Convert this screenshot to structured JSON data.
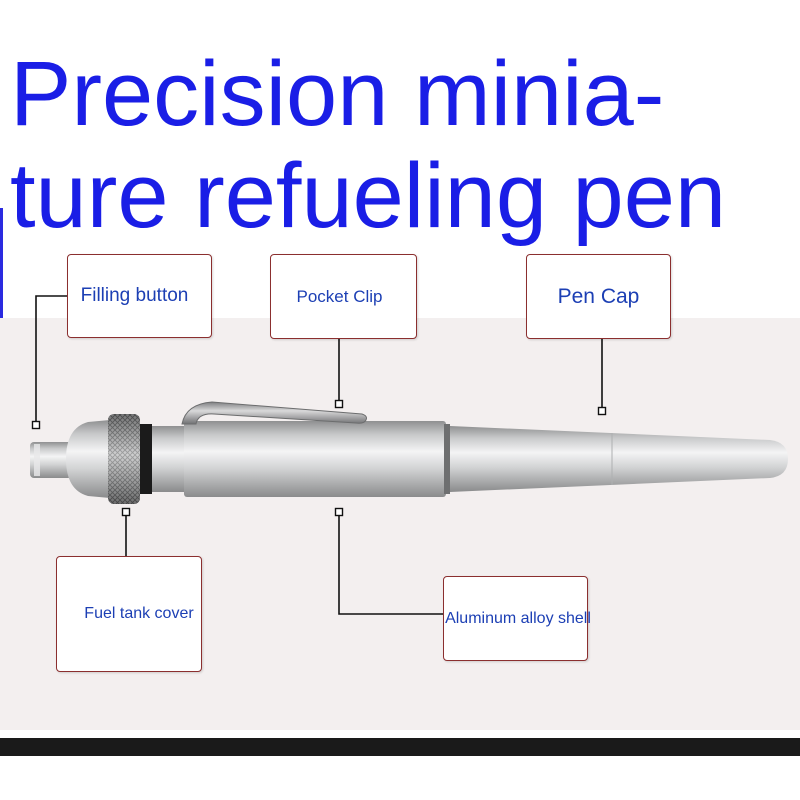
{
  "title": {
    "line1": "Precision minia-",
    "line2": "ture refueling pen"
  },
  "callouts": {
    "filling_button": "Filling button",
    "pocket_clip": "Pocket Clip",
    "pen_cap": "Pen Cap",
    "fuel_tank_cover": "Fuel tank cover",
    "aluminum_alloy_shell": "Aluminum alloy shell"
  },
  "colors": {
    "title": "#1a1ee6",
    "label_text": "#1c3fb4",
    "box_border": "#8b2f2f",
    "band": "#f3efef",
    "pen_body": "#c9cacb"
  },
  "icons": {
    "leader_marker": "square-marker-icon"
  }
}
